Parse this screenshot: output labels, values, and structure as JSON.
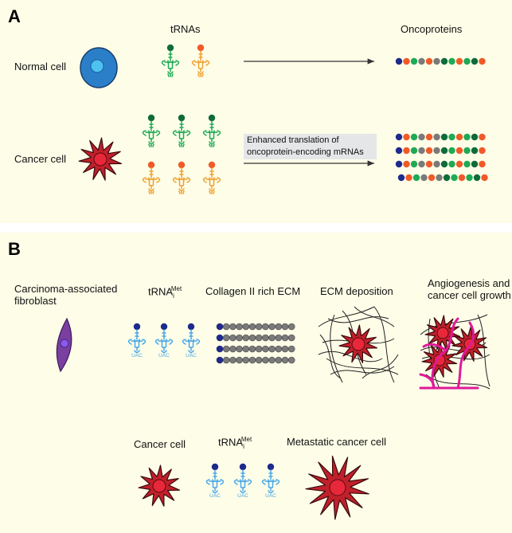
{
  "panel_a": {
    "letter": "A",
    "trnas_label": "tRNAs",
    "oncoproteins_label": "Oncoproteins",
    "normal_cell_label": "Normal cell",
    "cancer_cell_label": "Cancer cell",
    "arrow_box_line1": "Enhanced translation of",
    "arrow_box_line2": "oncoprotein-encoding mRNAs"
  },
  "panel_b": {
    "letter": "B",
    "caf_line1": "Carcinoma-associated",
    "caf_line2": "fibroblast",
    "trna_met": "tRNA",
    "trna_met_sub": "i",
    "trna_met_sup": "Met",
    "collagen_label": "Collagen II rich ECM",
    "ecm_label": "ECM deposition",
    "angio_line1": "Angiogenesis and",
    "angio_line2": "cancer cell growth",
    "cancer_cell_label": "Cancer cell",
    "metastatic_label": "Metastatic cancer cell",
    "anticodon": "UAC"
  },
  "colors": {
    "normal_cell": "#2b7fc8",
    "normal_nucleus": "#4cc2f0",
    "cancer_cell": "#c0202a",
    "cancer_nucleus": "#e8283a",
    "trna_green": "#1faa55",
    "trna_dark_green": "#0f6b3a",
    "trna_orange": "#f0a030",
    "trna_red_orange": "#f05a28",
    "trna_blue": "#4aa8e8",
    "trna_navy": "#1e2a8c",
    "fibroblast": "#7a3fa0",
    "vessel": "#e0199a",
    "protein_grey": "#7a7a7a",
    "panel_bg": "#fdfde8"
  },
  "icons": [
    "normal-cell-icon",
    "cancer-cell-icon",
    "trna-icon",
    "oncoprotein-chain-icon",
    "fibroblast-icon",
    "collagen-icon",
    "ecm-mesh-icon",
    "blood-vessel-icon",
    "arrow-icon"
  ]
}
